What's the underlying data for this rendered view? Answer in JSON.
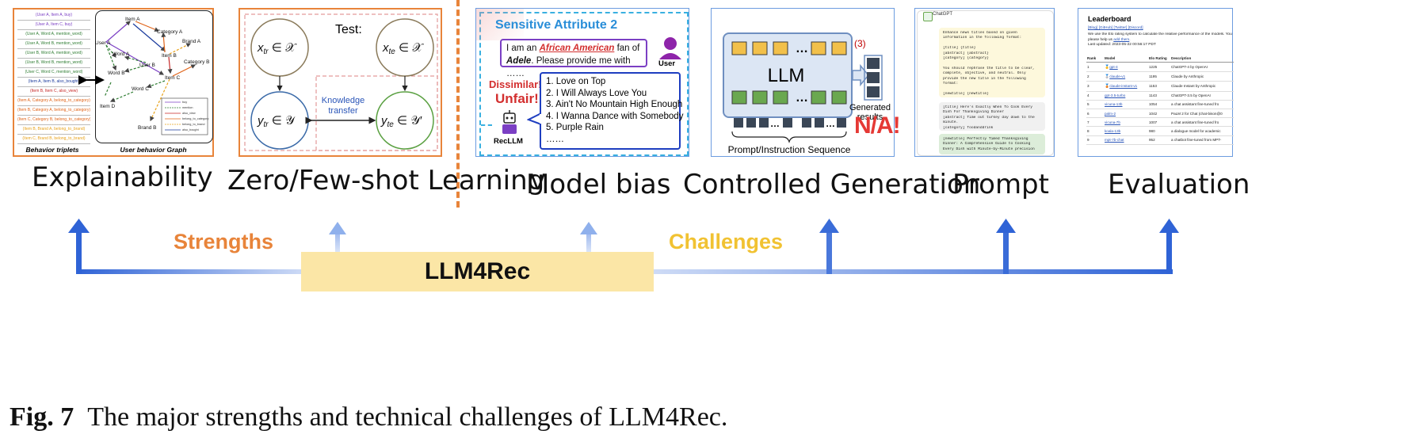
{
  "categories": {
    "explain": "Explainability",
    "zero": "Zero/Few-shot Learning",
    "bias": "Model bias",
    "controlled": "Controlled Generation",
    "prompt": "Prompt",
    "evaluation": "Evaluation"
  },
  "section_labels": {
    "strengths": "Strengths",
    "challenges": "Challenges",
    "center": "LLM4Rec"
  },
  "caption": {
    "fig": "Fig. 7",
    "text": "The major strengths and technical challenges of LLM4Rec."
  },
  "explain_panel": {
    "triplets": [
      {
        "text": "(User A, Item A, buy)",
        "color": "#7b3fc4"
      },
      {
        "text": "(User A, Item C, buy)",
        "color": "#7b3fc4"
      },
      {
        "text": "(User A, Word A, mention_word)",
        "color": "#2e7d32"
      },
      {
        "text": "(User A, Word B, mention_word)",
        "color": "#2e7d32"
      },
      {
        "text": "(User B, Word A, mention_word)",
        "color": "#2e7d32"
      },
      {
        "text": "(User B, Word B, mention_word)",
        "color": "#2e7d32"
      },
      {
        "text": "(User C, Word C, mention_word)",
        "color": "#2e7d32"
      },
      {
        "text": "(Item A, Item B, also_bought)",
        "color": "#1a3a9c"
      },
      {
        "text": "(Item B, Item C, also_view)",
        "color": "#c62828"
      },
      {
        "text": "(Item A, Category A, belong_to_category)",
        "color": "#e0641a"
      },
      {
        "text": "(Item B, Category A, belong_to_category)",
        "color": "#e0641a"
      },
      {
        "text": "(Item C, Category B, belong_to_category)",
        "color": "#e0641a"
      },
      {
        "text": "(Item B, Brand A, belong_to_brand)",
        "color": "#e8a21a"
      },
      {
        "text": "(Item C, Brand B, belong_to_brand)",
        "color": "#e8a21a"
      }
    ],
    "triplets_title": "Behavior triplets",
    "graph_title": "User behavior Graph",
    "nodes": {
      "item_a": "Item A",
      "category_a": "Category A",
      "user_a": "User A",
      "brand_a": "Brand A",
      "word_a": "Word A",
      "item_b": "Item B",
      "category_b": "Category B",
      "user_b": "User B",
      "word_b": "Word B",
      "item_c": "Item C",
      "word_c": "Word C",
      "item_d": "Item D",
      "brand_b": "Brand B"
    },
    "legend": [
      "buy",
      "mention",
      "also_view",
      "belong_to_category",
      "belong_to_brand",
      "also_bought"
    ]
  },
  "zero_panel": {
    "test": "Test:",
    "x_tr": "x",
    "x_tr_sub": "tr",
    "x_tr_set": " ∈ 𝒳",
    "y_tr": "y",
    "y_tr_sub": "tr",
    "y_tr_set": " ∈ 𝒴",
    "x_te": "x",
    "x_te_sub": "te",
    "x_te_set": " ∈ 𝒳",
    "y_te": "y",
    "y_te_sub": "te",
    "y_te_set": " ∈ 𝒴′",
    "transfer1": "Knowledge",
    "transfer2": "transfer"
  },
  "bias_panel": {
    "title": "Sensitive Attribute 2",
    "msg_pre": "I am an ",
    "msg_em": "African American",
    "msg_post": " fan of",
    "msg_name": "Adele",
    "msg_end": ". Please provide me with ……",
    "user": "User",
    "dissimilar": "Dissimilar!",
    "unfair": "Unfair!",
    "agent": "RecLLM",
    "recs": [
      "1. Love on Top",
      "2. I Will Always Love You",
      "3. Ain't No Mountain High Enough",
      "4. I Wanna Dance with Somebody",
      "5. Purple Rain",
      "……"
    ]
  },
  "controlled_panel": {
    "llm": "LLM",
    "marker": "(3)",
    "generated1": "Generated",
    "generated2": "results",
    "na": "N/A!",
    "sequence": "Prompt/Instruction Sequence",
    "ellipsis": "…"
  },
  "prompt_panel": {
    "app": "ChatGPT",
    "box1": [
      "Enhance news titles based on given",
      "information in the following format:",
      "",
      "[title] {title}",
      "[abstract] {abstract}",
      "[category] {category}",
      "",
      "You should rephrase the title to be clear,",
      "complete, objective, and neutral. Only",
      "provide the new title in the following",
      "format:",
      "",
      "[newtitle] {newtitle}"
    ],
    "box2": [
      "[title] Here's Exactly When To Cook Every",
      "Dish For Thanksgiving Dinner",
      "[abstract] Time out turkey day down to the",
      "minute.",
      "[category] foodanddrink"
    ],
    "box3": [
      "[newtitle] Perfectly Timed Thanksgiving",
      "Dinner: A Comprehensive Guide to Cooking",
      "Every Dish with Minute-by-Minute precision"
    ]
  },
  "eval_panel": {
    "title": "Leaderboard",
    "links": "[Blog] [GitHub] [Twitter] [Discord]",
    "desc1": "We use the Elo rating system to calculate the relative performance of the models. You c",
    "desc2_pre": "please help us ",
    "desc2_link": "add them",
    "desc2_post": ".",
    "updated": "Last updated: 2023-05-22 00:56:17 PDT",
    "headers": [
      "Rank",
      "Model",
      "Elo Rating",
      "Description"
    ],
    "rows": [
      {
        "rank": "1",
        "medal": "🥇",
        "model": "gpt-4",
        "elo": "1225",
        "desc": "ChatGPT-4 by OpenAI"
      },
      {
        "rank": "2",
        "medal": "🥈",
        "model": "claude-v1",
        "elo": "1195",
        "desc": "Claude by Anthropic"
      },
      {
        "rank": "3",
        "medal": "🥉",
        "model": "claude-instant-v1",
        "elo": "1153",
        "desc": "Claude Instant by Anthropic"
      },
      {
        "rank": "4",
        "medal": "",
        "model": "gpt-3.5-turbo",
        "elo": "1143",
        "desc": "ChatGPT-3.5 by OpenAI"
      },
      {
        "rank": "5",
        "medal": "",
        "model": "vicuna-13b",
        "elo": "1054",
        "desc": "a chat assistant fine-tuned fro"
      },
      {
        "rank": "6",
        "medal": "",
        "model": "palm-2",
        "elo": "1042",
        "desc": "PaLM 2 for Chat (chat-bison@0"
      },
      {
        "rank": "7",
        "medal": "",
        "model": "vicuna-7b",
        "elo": "1007",
        "desc": "a chat assistant fine-tuned fro"
      },
      {
        "rank": "8",
        "medal": "",
        "model": "koala-13b",
        "elo": "980",
        "desc": "a dialogue model for academic"
      },
      {
        "rank": "9",
        "medal": "",
        "model": "mpt-7b-chat",
        "elo": "952",
        "desc": "a chatbot fine-tuned from MPT-"
      }
    ]
  },
  "colors": {
    "orange": "#e8843a",
    "blue": "#2f63d6",
    "strengths": "#e8843a",
    "challenges": "#f1c232",
    "center_fill": "#fbe6a6",
    "panel_blue": "#8fb0e6"
  }
}
